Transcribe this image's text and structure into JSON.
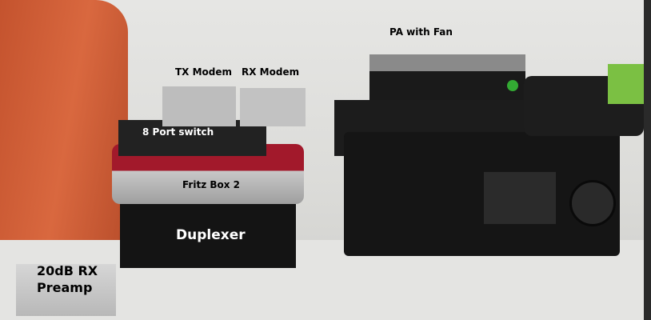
{
  "labels": {
    "pa": "PA with Fan",
    "tx_modem": "TX Modem",
    "rx_modem": "RX Modem",
    "switch": "8 Port switch",
    "fritz": "Fritz Box 2",
    "duplexer": "Duplexer",
    "preamp_line1": "20dB RX",
    "preamp_line2": "Preamp"
  }
}
